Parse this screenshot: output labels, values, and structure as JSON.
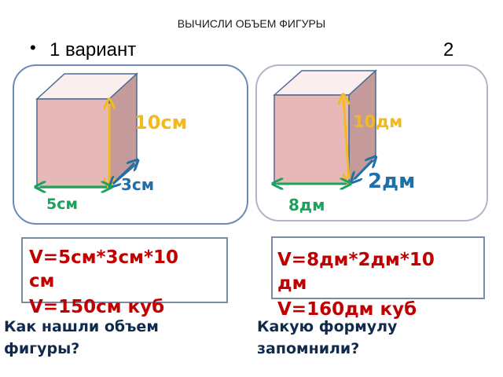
{
  "title": "ВЫЧИСЛИ ОБЪЕМ ФИГУРЫ",
  "bullet": {
    "symbol": "•",
    "variant1": "1 вариант",
    "variant2": "2"
  },
  "left_figure": {
    "height_label": "10см",
    "depth_label": "3см",
    "width_label": "5см"
  },
  "right_figure": {
    "height_label": "10дм",
    "depth_label": "2дм",
    "width_label": "8дм"
  },
  "left_formula": {
    "line1": "V=5см*3см*10",
    "line2": "см",
    "line3": "V=150см куб"
  },
  "right_formula": {
    "line1": "V=8дм*2дм*10",
    "line2": "дм",
    "line3": "V=160дм куб"
  },
  "questions": {
    "left_line1": "Как нашли объем",
    "left_line2": "фигуры?",
    "right_line1": "Какую формулу",
    "right_line2": "запомнили?"
  },
  "colors": {
    "height_arrow": "#f2bb1b",
    "depth_arrow": "#1f6fa8",
    "width_arrow": "#1aa35a",
    "formula_text": "#c00000",
    "question_text": "#0f2a4d",
    "box_front": "#e6b9b8",
    "box_side": "#c49a9a",
    "box_top": "#fbeeee"
  }
}
